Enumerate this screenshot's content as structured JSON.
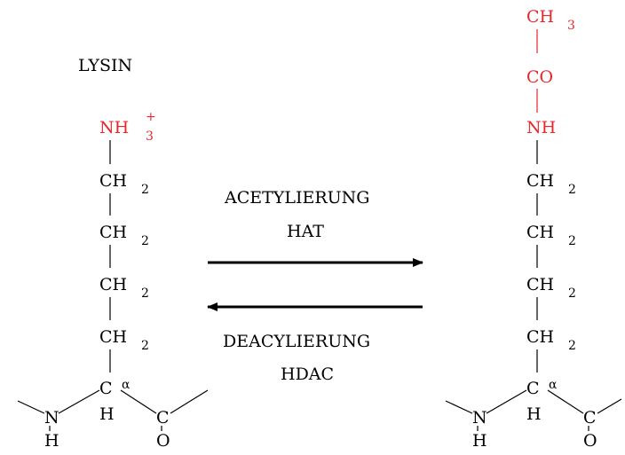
{
  "title": "LYSIN",
  "reaction": {
    "forward_label": "ACETYLIERUNG",
    "forward_enzyme": "HAT",
    "reverse_label": "DEACYLIERUNG",
    "reverse_enzyme": "HDAC"
  },
  "lysine": {
    "amine_base": "NH",
    "amine_sub": "3",
    "amine_charge": "+",
    "chain_base": "CH",
    "chain_sub": "2",
    "backbone_n": "N",
    "backbone_h": "H",
    "alpha_c": "C",
    "alpha_symbol": "α",
    "alpha_h": "H",
    "carbonyl_c": "C",
    "carbonyl_o": "O"
  },
  "acetyllysine": {
    "methyl_base": "CH",
    "methyl_sub": "3",
    "carbonyl": "CO",
    "amide": "NH",
    "chain_base": "CH",
    "chain_sub": "2",
    "backbone_n": "N",
    "backbone_h": "H",
    "alpha_c": "C",
    "alpha_symbol": "α",
    "alpha_h": "H",
    "carbonyl_c": "C",
    "carbonyl_o": "O"
  },
  "colors": {
    "highlight": "#e8262c",
    "ink": "#000000"
  }
}
